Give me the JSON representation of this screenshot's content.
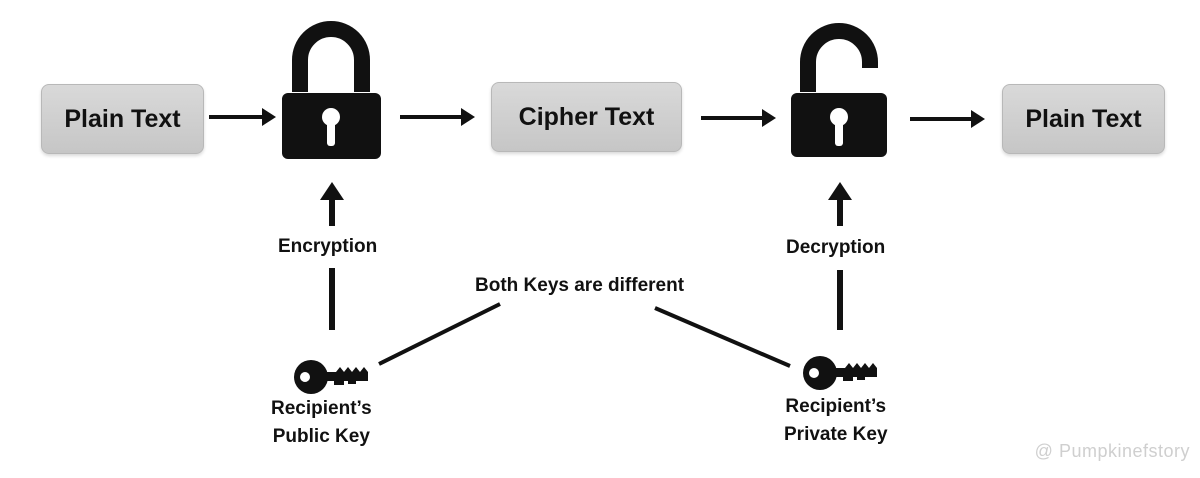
{
  "nodes": {
    "plain_text_left": "Plain Text",
    "cipher_text": "Cipher Text",
    "plain_text_right": "Plain Text"
  },
  "labels": {
    "encryption": "Encryption",
    "decryption": "Decryption",
    "both_keys": "Both Keys are different",
    "public_key_line1": "Recipient’s",
    "public_key_line2": "Public Key",
    "private_key_line1": "Recipient’s",
    "private_key_line2": "Private Key"
  },
  "icons": {
    "lock_closed": "lock-closed-icon",
    "lock_open": "lock-open-icon",
    "key_public": "key-icon",
    "key_private": "key-icon"
  },
  "colors": {
    "box_fill": "#d0d0d0",
    "ink": "#111111"
  },
  "watermark": "@ Pumpkinefstory"
}
